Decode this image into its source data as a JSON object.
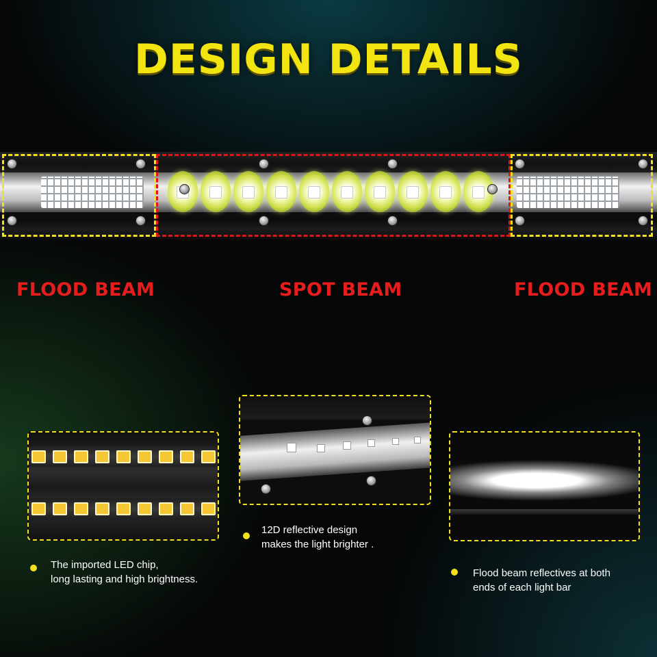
{
  "header": {
    "title": "DESIGN DETAILS"
  },
  "beams": {
    "left_label": "FLOOD BEAM",
    "center_label": "SPOT BEAM",
    "right_label": "FLOOD BEAM"
  },
  "colors": {
    "title": "#f2e410",
    "beam_label": "#e71d1d",
    "flood_frame": "#f3e21b",
    "spot_frame": "#e01717",
    "caption": "#ffffff"
  },
  "details": [
    {
      "line1": "The imported LED chip,",
      "line2": "long lasting and high brightness."
    },
    {
      "line1": "12D reflective design",
      "line2": "makes the light brighter ."
    },
    {
      "line1": "Flood beam reflectives at both",
      "line2": "ends of each light bar"
    }
  ]
}
